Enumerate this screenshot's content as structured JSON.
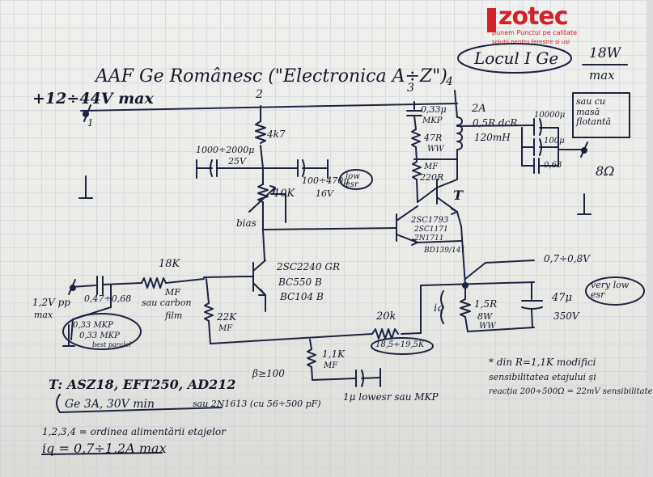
{
  "logo": {
    "brand": "zotec",
    "tagline": "punem Punctul pe calitate",
    "tagline2": "soluții pentru ferestre și uși"
  },
  "header": {
    "title": "AAF Ge Românesc (\"Electronica A÷Z\")",
    "rank": "Locul I Ge",
    "power_top": "18W",
    "power_bottom": "max"
  },
  "supply": {
    "label": "+12÷44V max",
    "node1": "1"
  },
  "nodes": {
    "n2": "2",
    "n3": "3",
    "n4": "4"
  },
  "components": {
    "r_4k7": "4k7",
    "c_1000": "1000÷2000μ",
    "c_1000_v": "25V",
    "c_100": "100÷470μ",
    "c_100_v": "16V",
    "c_100_note": "low esr",
    "pot_10k": "10K",
    "bias": "bias",
    "c_033": "0,33μ",
    "c_033_type": "MKP",
    "r_47r": "47R",
    "r_47r_w": "WW",
    "r_220r": "220R",
    "r_220r_note": "MF",
    "l_current": "2A",
    "l_res": "0,5R dcR",
    "l_ind": "120mH",
    "c_10000": "10000μ",
    "c_100u": "100μ",
    "c_068": "0,68",
    "ground_note": "sau cu masă flotantă",
    "speaker": "8Ω",
    "t_label": "T",
    "driver_a": "2SC1793",
    "driver_b": "2SC1171",
    "driver_c": "2N1711",
    "driver_d": "BD139/141",
    "q_in_a": "2SC2240 GR",
    "q_in_b": "BC550 B",
    "q_in_c": "BC104 B",
    "r_18k": "18K",
    "r_18k_a": "MF",
    "r_18k_b": "sau carbon",
    "r_18k_c": "film",
    "c_in": "0,47÷0,68",
    "c_in_a": "0,33 MKP",
    "c_in_b": "0,33 MKP",
    "c_in_c": "best paralel",
    "input": "1,2V pp",
    "input_max": "max",
    "r_22k": "22K",
    "r_22k_mf": "MF",
    "r_20k": "20k",
    "r_20k_range": "18,5÷19,5K",
    "vbias": "0,7÷0,8V",
    "iq": "iq",
    "r_1r5": "1,5R",
    "r_1r5_w": "8W",
    "r_1r5_ww": "WW",
    "c_47": "47μ",
    "c_47_v": "350V",
    "c_47_note": "very low esr",
    "r_1k1": "1,1K",
    "r_1k1_mf": "MF",
    "c_1u": "1μ lowesr sau MKP"
  },
  "notes": {
    "t_list": "T: ASZ18, EFT250, AD212",
    "beta": "β≥100",
    "ge_spec": "Ge 3A, 30V min",
    "alt": "sau 2N1613 (cu 56÷500 pF)",
    "order": "1,2,3,4 = ordinea alimentării etajelor",
    "iq": "iq = 0,7÷1,2A max",
    "mod1": "* din R=1,1K modifici",
    "mod2": "sensibilitatea etajului și",
    "mod3": "reacția 200÷500Ω = 22mV sensibilitate"
  }
}
